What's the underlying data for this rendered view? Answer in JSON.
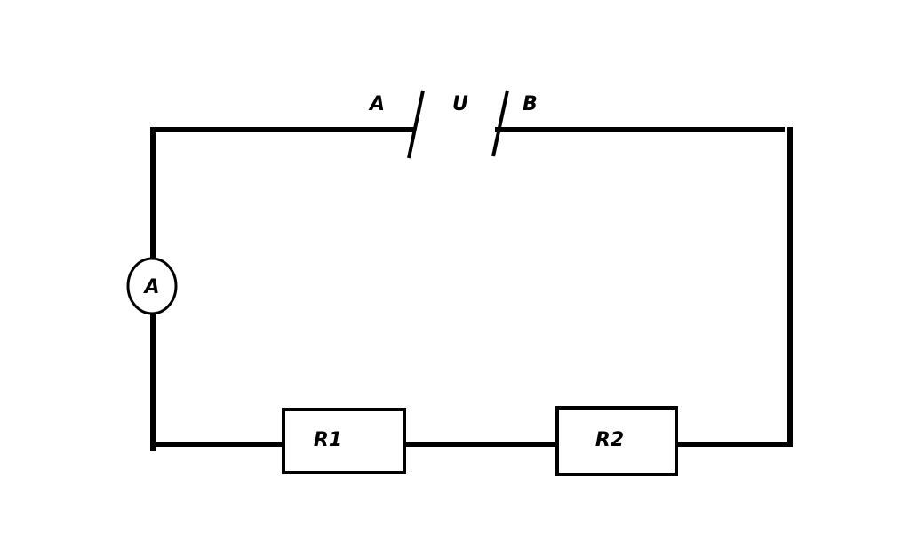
{
  "diagram": {
    "terminal_a": "A",
    "voltage": "U",
    "terminal_b": "B",
    "ammeter": "A",
    "resistor_1": "R1",
    "resistor_2": "R2"
  }
}
